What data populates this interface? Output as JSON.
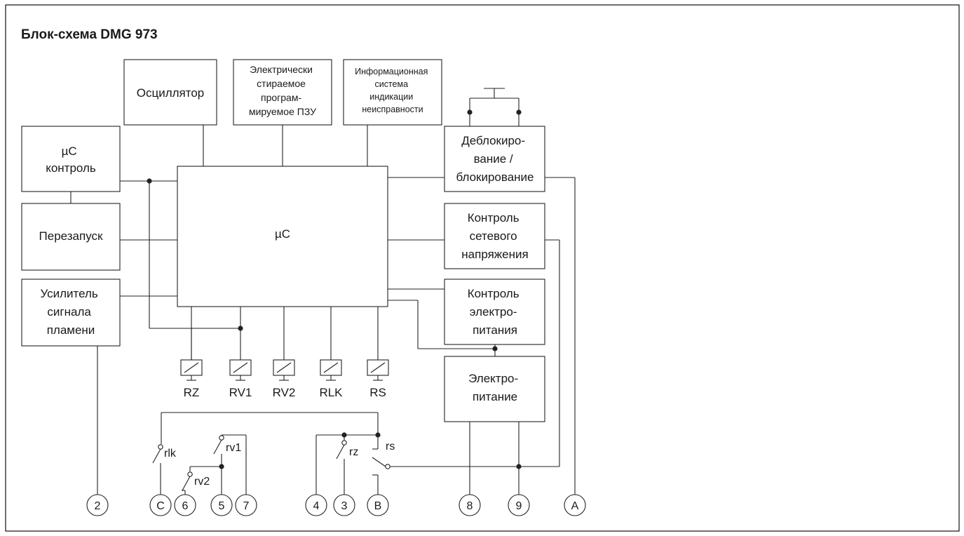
{
  "title": "Блок-схема DMG 973",
  "blocks": {
    "uc_control": [
      "µC",
      "контроль"
    ],
    "restart": [
      "Перезапуск"
    ],
    "amp": [
      "Усилитель",
      "сигнала",
      "пламени"
    ],
    "osc": [
      "Осциллятор"
    ],
    "eeprom": [
      "Электрически",
      "стираемое",
      "програм-",
      "мируемое ПЗУ"
    ],
    "info": [
      "Информационная",
      "система",
      "индикации",
      "неисправности"
    ],
    "unlock": [
      "Деблокиро-",
      "вание /",
      "блокирование"
    ],
    "mains": [
      "Контроль",
      "сетевого",
      "напряжения"
    ],
    "power_ctrl": [
      "Контроль",
      "электро-",
      "питания"
    ],
    "power": [
      "Электро-",
      "питание"
    ],
    "uc": "µC"
  },
  "relays": [
    "RZ",
    "RV1",
    "RV2",
    "RLK",
    "RS"
  ],
  "switches": {
    "rlk": "rlk",
    "rv1": "rv1",
    "rv2": "rv2",
    "rz": "rz",
    "rs": "rs"
  },
  "terminals": [
    "2",
    "C",
    "6",
    "5",
    "7",
    "4",
    "3",
    "B",
    "8",
    "9",
    "A"
  ]
}
